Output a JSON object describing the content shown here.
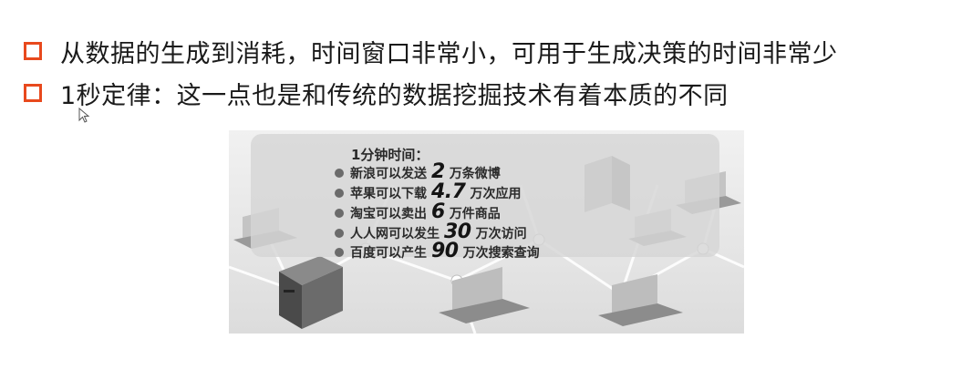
{
  "slide": {
    "bullets": [
      {
        "text": "从数据的生成到消耗，时间窗口非常小，可用于生成决策的时间非常少"
      },
      {
        "text": "1秒定律：这一点也是和传统的数据挖掘技术有着本质的不同"
      }
    ],
    "accent_color": "#e8491d"
  },
  "figure": {
    "title": "1分钟时间：",
    "stats": [
      {
        "label": "新浪可以发送",
        "value": "2",
        "unit": "万条微博"
      },
      {
        "label": "苹果可以下载",
        "value": "4.7",
        "unit": "万次应用"
      },
      {
        "label": "淘宝可以卖出",
        "value": "6",
        "unit": "万件商品"
      },
      {
        "label": "人人网可以发生",
        "value": "30",
        "unit": "万次访问"
      },
      {
        "label": "百度可以产生",
        "value": "90",
        "unit": "万次搜索查询"
      }
    ],
    "icons": [
      "computer-tower-icon",
      "laptop-icon",
      "network-link-icon"
    ]
  }
}
